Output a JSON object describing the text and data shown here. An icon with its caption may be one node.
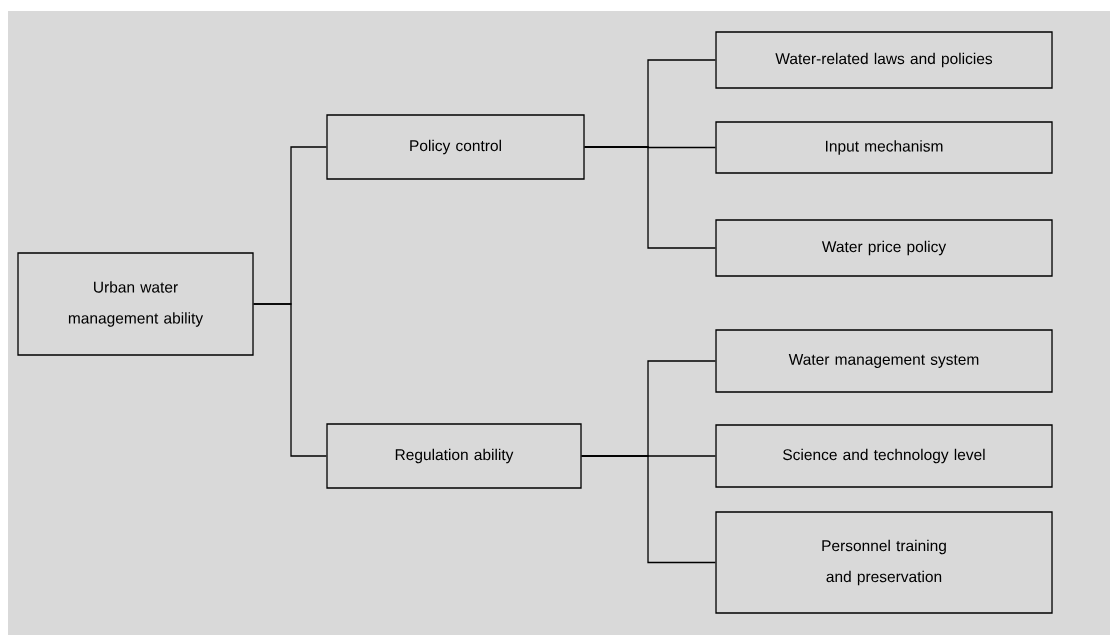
{
  "diagram": {
    "nodes": [
      {
        "text": [
          "Urban water management ability"
        ]
      },
      {
        "text": [
          "Policy control"
        ]
      },
      {
        "text": [
          "Regulation ability"
        ]
      },
      {
        "text": [
          "Water-related laws and policies"
        ]
      },
      {
        "text": [
          "Input mechanism"
        ]
      },
      {
        "text": [
          "Water price policy"
        ]
      },
      {
        "text": [
          "Water management system"
        ]
      },
      {
        "text": [
          "Science and technology level"
        ]
      },
      {
        "text": [
          "Personnel training and preservation"
        ]
      }
    ],
    "edges": [
      {
        "from": 0,
        "to": 1,
        "arrow": "none"
      },
      {
        "from": 0,
        "to": 2,
        "arrow": "none"
      },
      {
        "from": 1,
        "to": 3,
        "arrow": "none"
      },
      {
        "from": 1,
        "to": 4,
        "arrow": "none"
      },
      {
        "from": 1,
        "to": 5,
        "arrow": "none"
      },
      {
        "from": 2,
        "to": 6,
        "arrow": "none"
      },
      {
        "from": 2,
        "to": 7,
        "arrow": "none"
      },
      {
        "from": 2,
        "to": 8,
        "arrow": "none"
      }
    ]
  }
}
